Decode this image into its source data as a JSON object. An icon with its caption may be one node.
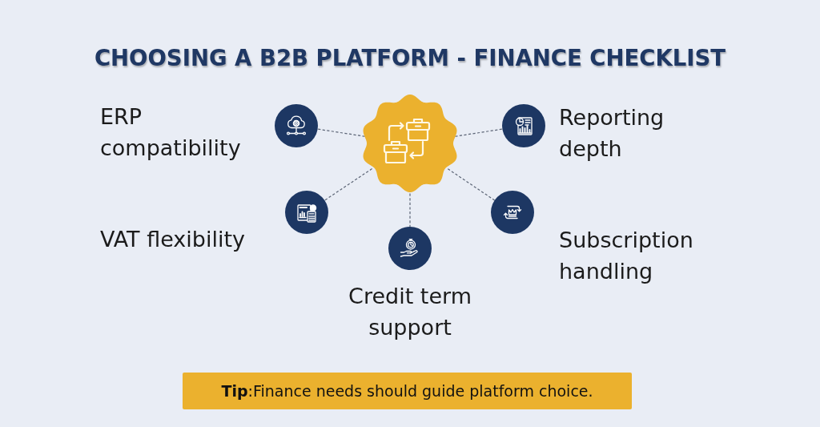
{
  "diagram": {
    "title": "CHOOSING A B2B PLATFORM - FINANCE CHECKLIST",
    "nodes": [
      {
        "text": [],
        "shape": "badge"
      },
      {
        "text": [],
        "shape": "circle",
        "beside": [
          "ERP compatibility"
        ]
      },
      {
        "text": [],
        "shape": "circle",
        "beside": [
          "Reporting depth"
        ]
      },
      {
        "text": [],
        "shape": "circle",
        "beside": [
          "VAT flexibility"
        ]
      },
      {
        "text": [],
        "shape": "circle",
        "beside": [
          "Subscription handling"
        ]
      },
      {
        "text": [],
        "shape": "circle",
        "beside": [
          "Credit term support"
        ]
      },
      {
        "text": [
          "**Tip**:Finance needs should guide platform choice."
        ]
      }
    ],
    "edges": [
      {
        "from": 0,
        "to": 1,
        "arrow": "none",
        "style": "dashed"
      },
      {
        "from": 0,
        "to": 2,
        "arrow": "none",
        "style": "dashed"
      },
      {
        "from": 0,
        "to": 3,
        "arrow": "none",
        "style": "dashed"
      },
      {
        "from": 0,
        "to": 4,
        "arrow": "none",
        "style": "dashed"
      },
      {
        "from": 0,
        "to": 5,
        "arrow": "none",
        "style": "dashed"
      }
    ]
  }
}
